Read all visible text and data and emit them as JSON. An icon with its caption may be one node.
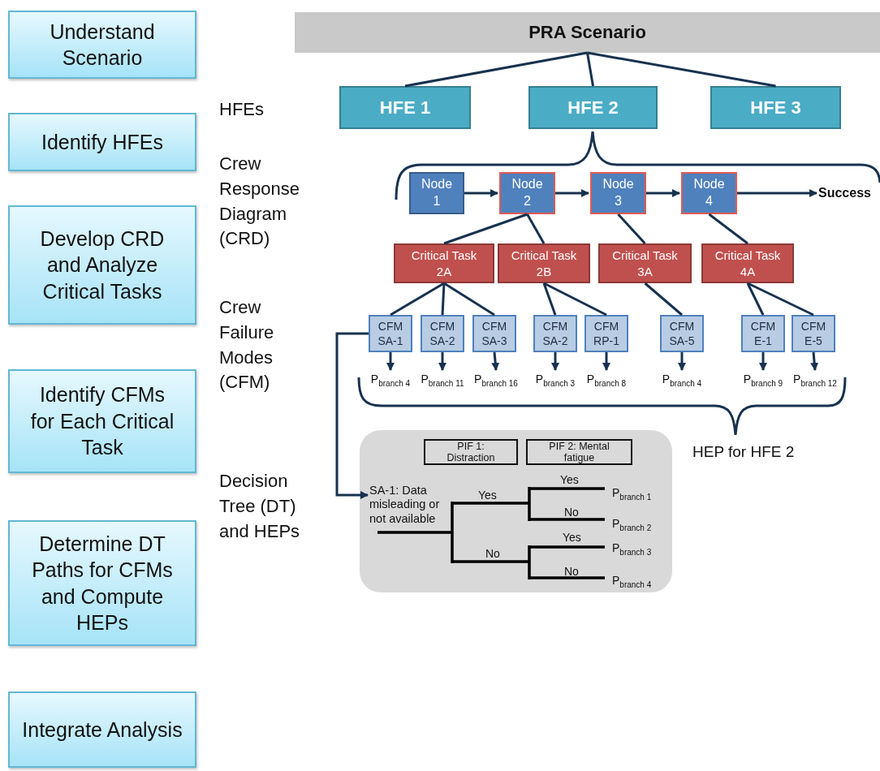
{
  "diagram": {
    "nodes": [
      {
        "text": [
          "Understand Scenario"
        ]
      },
      {
        "text": [
          "Identify HFEs"
        ]
      },
      {
        "text": [
          "Develop CRD and Analyze Critical Tasks"
        ]
      },
      {
        "text": [
          "Identify CFMs for Each Critical Task"
        ]
      },
      {
        "text": [
          "Determine DT Paths for CFMs and Compute HEPs"
        ]
      },
      {
        "text": [
          "Integrate Analysis"
        ]
      },
      {
        "text": [
          "PRA Scenario"
        ]
      },
      {
        "text": [
          "HFE 1"
        ]
      },
      {
        "text": [
          "HFE 2"
        ]
      },
      {
        "text": [
          "HFE 3"
        ]
      },
      {
        "text": [
          "Node 1"
        ]
      },
      {
        "text": [
          "Node 2"
        ]
      },
      {
        "text": [
          "Node 3"
        ]
      },
      {
        "text": [
          "Node 4"
        ]
      },
      {
        "text": [
          "Success"
        ]
      },
      {
        "text": [
          "Critical Task 2A"
        ]
      },
      {
        "text": [
          "Critical Task 2B"
        ]
      },
      {
        "text": [
          "Critical Task 3A"
        ]
      },
      {
        "text": [
          "Critical Task 4A"
        ]
      },
      {
        "text": [
          "CFM SA-1"
        ]
      },
      {
        "text": [
          "CFM SA-2"
        ]
      },
      {
        "text": [
          "CFM SA-3"
        ]
      },
      {
        "text": [
          "CFM SA-2"
        ]
      },
      {
        "text": [
          "CFM RP-1"
        ]
      },
      {
        "text": [
          "CFM SA-5"
        ]
      },
      {
        "text": [
          "CFM E-1"
        ]
      },
      {
        "text": [
          "CFM E-5"
        ]
      },
      {
        "text": [
          "P$_{branch 4}$"
        ]
      },
      {
        "text": [
          "P$_{branch 11}$"
        ]
      },
      {
        "text": [
          "P$_{branch 16}$"
        ]
      },
      {
        "text": [
          "P$_{branch 3}$"
        ]
      },
      {
        "text": [
          "P$_{branch 8}$"
        ]
      },
      {
        "text": [
          "P$_{branch 4}$"
        ]
      },
      {
        "text": [
          "P$_{branch 9}$"
        ]
      },
      {
        "text": [
          "P$_{branch 12}$"
        ]
      },
      {
        "text": [],
        "shape": "box"
      },
      {
        "text": [
          "PIF 1: Distraction"
        ],
        "in": 35
      },
      {
        "text": [
          "PIF 2: Mental fatigue"
        ],
        "in": 35
      },
      {
        "text": [
          "SA-1: Data misleading or not available"
        ],
        "in": 35
      }
    ],
    "edges": [
      {
        "from": 6,
        "to": 7,
        "arrow": "none"
      },
      {
        "from": 6,
        "to": 8,
        "arrow": "none"
      },
      {
        "from": 6,
        "to": 9,
        "arrow": "none"
      },
      {
        "from": 10,
        "to": 11,
        "arrow": "to"
      },
      {
        "from": 11,
        "to": 12,
        "arrow": "to"
      },
      {
        "from": 12,
        "to": 13,
        "arrow": "to"
      },
      {
        "from": 13,
        "to": 14,
        "arrow": "to"
      },
      {
        "from": 11,
        "to": 15,
        "arrow": "none"
      },
      {
        "from": 11,
        "to": 16,
        "arrow": "none"
      },
      {
        "from": 12,
        "to": 17,
        "arrow": "none"
      },
      {
        "from": 13,
        "to": 18,
        "arrow": "none"
      },
      {
        "from": 15,
        "to": 19,
        "arrow": "none"
      },
      {
        "from": 15,
        "to": 20,
        "arrow": "none"
      },
      {
        "from": 15,
        "to": 21,
        "arrow": "none"
      },
      {
        "from": 16,
        "to": 22,
        "arrow": "none"
      },
      {
        "from": 16,
        "to": 23,
        "arrow": "none"
      },
      {
        "from": 17,
        "to": 24,
        "arrow": "none"
      },
      {
        "from": 18,
        "to": 25,
        "arrow": "none"
      },
      {
        "from": 18,
        "to": 26,
        "arrow": "none"
      },
      {
        "from": 19,
        "to": 27,
        "arrow": "to"
      },
      {
        "from": 20,
        "to": 28,
        "arrow": "to"
      },
      {
        "from": 21,
        "to": 29,
        "arrow": "to"
      },
      {
        "from": 22,
        "to": 30,
        "arrow": "to"
      },
      {
        "from": 23,
        "to": 31,
        "arrow": "to"
      },
      {
        "from": 24,
        "to": 32,
        "arrow": "to"
      },
      {
        "from": 25,
        "to": 33,
        "arrow": "to"
      },
      {
        "from": 26,
        "to": 34,
        "arrow": "to"
      },
      {
        "from": 19,
        "to": 38,
        "arrow": "to"
      }
    ],
    "labels": [
      "HFEs",
      "Crew Response Diagram (CRD)",
      "Crew Failure Modes (CFM)",
      "Decision Tree (DT) and HEPs",
      "HEP for HFE 2",
      "Yes",
      "Yes",
      "No",
      "Yes",
      "No",
      "No",
      "P$_{branch 1}$",
      "P$_{branch 2}$",
      "P$_{branch 3}$",
      "P$_{branch 4}$"
    ]
  }
}
